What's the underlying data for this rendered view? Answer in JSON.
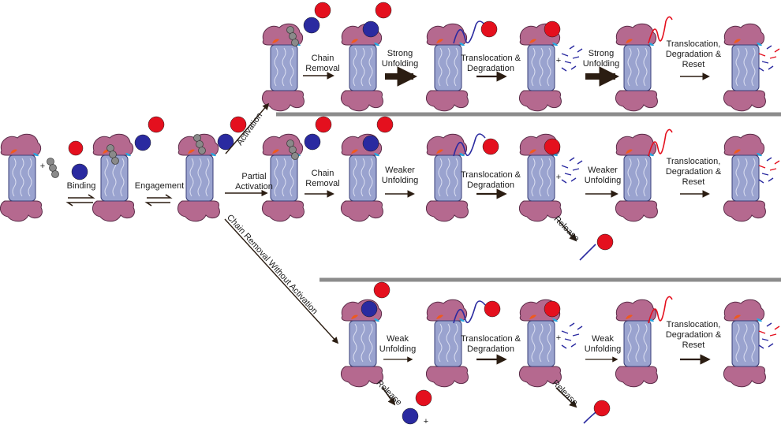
{
  "colors": {
    "protease_fill": "#b5698f",
    "protease_stroke": "#5a2a47",
    "core_fill": "#9aa3cf",
    "core_stroke": "#3a3f78",
    "ubiquitin": "#8a8a8a",
    "substrate_folded": "#e4101e",
    "substrate_unfolded_blue": "#2a2aa0",
    "substrate_unfolded_red": "#e4101e",
    "accent_cyan": "#27a9e1",
    "accent_orange": "#ef5a1e",
    "arrow": "#2b1d12",
    "divider": "#8c8c8c"
  },
  "labels": {
    "binding": "Binding",
    "engagement": "Engagement",
    "activation": "Activation",
    "partial_activation": [
      "Partial",
      "Activation"
    ],
    "chain_removal_without_activation": "Chain Removal Without Activation",
    "chain_removal": [
      "Chain",
      "Removal"
    ],
    "strong_unfolding": [
      "Strong",
      "Unfolding"
    ],
    "weaker_unfolding": [
      "Weaker",
      "Unfolding"
    ],
    "weak_unfolding": [
      "Weak",
      "Unfolding"
    ],
    "translocation_degradation": [
      "Translocation &",
      "Degradation"
    ],
    "translocation_degradation_reset": [
      "Translocation,",
      "Degradation &",
      "Reset"
    ],
    "release": "Release",
    "plus": "+"
  }
}
